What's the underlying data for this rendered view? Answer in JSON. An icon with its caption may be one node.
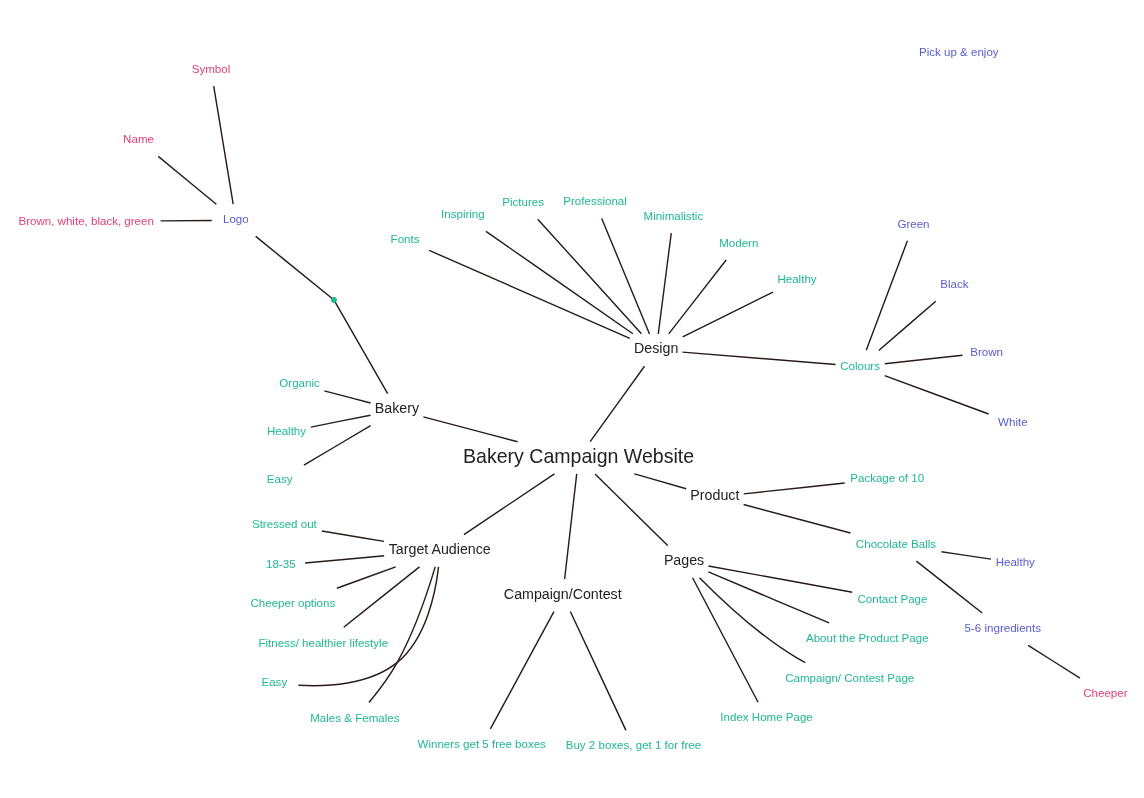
{
  "diagram": {
    "nodes": [
      {
        "text": [
          "Bakery Campaign Website"
        ]
      },
      {
        "text": [
          "Design"
        ]
      },
      {
        "text": [
          "Colours"
        ]
      },
      {
        "text": [
          "White"
        ]
      },
      {
        "text": [
          "Brown"
        ]
      },
      {
        "text": [
          "Black"
        ]
      },
      {
        "text": [
          "Green"
        ]
      },
      {
        "text": [
          "Healthy"
        ]
      },
      {
        "text": [
          "Modern"
        ]
      },
      {
        "text": [
          "Minimalistic"
        ]
      },
      {
        "text": [
          "Professional"
        ]
      },
      {
        "text": [
          "Pictures"
        ]
      },
      {
        "text": [
          "Inspiring"
        ]
      },
      {
        "text": [
          "Fonts"
        ]
      },
      {
        "text": [
          "Bakery"
        ]
      },
      {
        "text": [],
        "shape": "point"
      },
      {
        "text": [
          "Logo"
        ]
      },
      {
        "text": [
          "Symbol"
        ]
      },
      {
        "text": [
          "Name"
        ]
      },
      {
        "text": [
          "Brown, white, black, green"
        ]
      },
      {
        "text": [
          "Organic"
        ]
      },
      {
        "text": [
          "Healthy"
        ]
      },
      {
        "text": [
          "Easy"
        ]
      },
      {
        "text": [
          "Target Audience"
        ]
      },
      {
        "text": [
          "Stressed out"
        ]
      },
      {
        "text": [
          "18-35"
        ]
      },
      {
        "text": [
          "Cheeper options"
        ]
      },
      {
        "text": [
          "Fitness/ healthier lifestyle"
        ]
      },
      {
        "text": [
          "Easy"
        ]
      },
      {
        "text": [
          "Males & Females"
        ]
      },
      {
        "text": [
          "Campaign/Contest"
        ]
      },
      {
        "text": [
          "Winners get 5 free boxes"
        ]
      },
      {
        "text": [
          "Buy 2 boxes, get 1 for free"
        ]
      },
      {
        "text": [
          "Pages"
        ]
      },
      {
        "text": [
          "Index Home Page"
        ]
      },
      {
        "text": [
          "Campaign/ Contest Page"
        ]
      },
      {
        "text": [
          "About the Product Page"
        ]
      },
      {
        "text": [
          "Contact Page"
        ]
      },
      {
        "text": [
          "Product"
        ]
      },
      {
        "text": [
          "Chocolate Balls"
        ]
      },
      {
        "text": [
          "5-6 ingredients"
        ]
      },
      {
        "text": [
          "Healthy"
        ]
      },
      {
        "text": [
          "Cheeper"
        ]
      },
      {
        "text": [
          "Package of 10"
        ]
      }
    ],
    "edges": [
      {
        "from": 0,
        "to": 1,
        "arrow": "none"
      },
      {
        "from": 1,
        "to": 2,
        "arrow": "none"
      },
      {
        "from": 2,
        "to": 3,
        "arrow": "none"
      },
      {
        "from": 2,
        "to": 4,
        "arrow": "none"
      },
      {
        "from": 2,
        "to": 5,
        "arrow": "none"
      },
      {
        "from": 2,
        "to": 6,
        "arrow": "none"
      },
      {
        "from": 1,
        "to": 7,
        "arrow": "none"
      },
      {
        "from": 1,
        "to": 8,
        "arrow": "none"
      },
      {
        "from": 1,
        "to": 9,
        "arrow": "none"
      },
      {
        "from": 1,
        "to": 10,
        "arrow": "none"
      },
      {
        "from": 1,
        "to": 11,
        "arrow": "none"
      },
      {
        "from": 1,
        "to": 12,
        "arrow": "none"
      },
      {
        "from": 1,
        "to": 13,
        "arrow": "none"
      },
      {
        "from": 0,
        "to": 14,
        "arrow": "none"
      },
      {
        "from": 14,
        "to": 15,
        "arrow": "none"
      },
      {
        "from": 15,
        "to": 16,
        "arrow": "none"
      },
      {
        "from": 16,
        "to": 17,
        "arrow": "none"
      },
      {
        "from": 16,
        "to": 18,
        "arrow": "none"
      },
      {
        "from": 16,
        "to": 19,
        "arrow": "none"
      },
      {
        "from": 14,
        "to": 20,
        "arrow": "none"
      },
      {
        "from": 14,
        "to": 21,
        "arrow": "none"
      },
      {
        "from": 14,
        "to": 22,
        "arrow": "none"
      },
      {
        "from": 0,
        "to": 23,
        "arrow": "none"
      },
      {
        "from": 23,
        "to": 24,
        "arrow": "none"
      },
      {
        "from": 23,
        "to": 25,
        "arrow": "none"
      },
      {
        "from": 23,
        "to": 26,
        "arrow": "none"
      },
      {
        "from": 23,
        "to": 27,
        "arrow": "none"
      },
      {
        "from": 23,
        "to": 28,
        "arrow": "none"
      },
      {
        "from": 23,
        "to": 29,
        "arrow": "none"
      },
      {
        "from": 0,
        "to": 30,
        "arrow": "none"
      },
      {
        "from": 30,
        "to": 31,
        "arrow": "none"
      },
      {
        "from": 30,
        "to": 32,
        "arrow": "none"
      },
      {
        "from": 0,
        "to": 33,
        "arrow": "none"
      },
      {
        "from": 33,
        "to": 34,
        "arrow": "none"
      },
      {
        "from": 33,
        "to": 35,
        "arrow": "none"
      },
      {
        "from": 33,
        "to": 36,
        "arrow": "none"
      },
      {
        "from": 33,
        "to": 37,
        "arrow": "none"
      },
      {
        "from": 0,
        "to": 38,
        "arrow": "none"
      },
      {
        "from": 38,
        "to": 39,
        "arrow": "none"
      },
      {
        "from": 39,
        "to": 40,
        "arrow": "none"
      },
      {
        "from": 39,
        "to": 41,
        "arrow": "none"
      },
      {
        "from": 40,
        "to": 42,
        "arrow": "none"
      },
      {
        "from": 38,
        "to": 43,
        "arrow": "none"
      }
    ],
    "labels": [
      "Pick up & enjoy"
    ]
  }
}
